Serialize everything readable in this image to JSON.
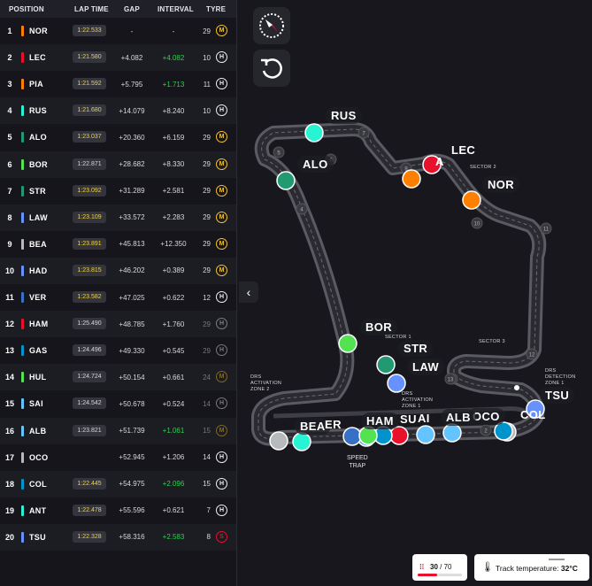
{
  "table": {
    "headers": {
      "position": "POSITION",
      "lap_time": "LAP TIME",
      "gap": "GAP",
      "interval": "INTERVAL",
      "tyre": "TYRE"
    },
    "rows": [
      {
        "pos": "1",
        "code": "NOR",
        "team_color": "#ff8000",
        "lap": "1:22.533",
        "best": true,
        "gap": "-",
        "interval": "-",
        "green": false,
        "laps": "29",
        "laps_dim": false,
        "tyre": "M",
        "tyre_dim": false
      },
      {
        "pos": "2",
        "code": "LEC",
        "team_color": "#e8102b",
        "lap": "1:21.580",
        "best": true,
        "gap": "+4.082",
        "interval": "+4.082",
        "green": true,
        "laps": "10",
        "laps_dim": false,
        "tyre": "H",
        "tyre_dim": false
      },
      {
        "pos": "3",
        "code": "PIA",
        "team_color": "#ff8000",
        "lap": "1:21.592",
        "best": true,
        "gap": "+5.795",
        "interval": "+1.713",
        "green": true,
        "laps": "11",
        "laps_dim": false,
        "tyre": "H",
        "tyre_dim": false
      },
      {
        "pos": "4",
        "code": "RUS",
        "team_color": "#27f4d2",
        "lap": "1:21.680",
        "best": true,
        "gap": "+14.079",
        "interval": "+8.240",
        "green": false,
        "laps": "10",
        "laps_dim": false,
        "tyre": "H",
        "tyre_dim": false
      },
      {
        "pos": "5",
        "code": "ALO",
        "team_color": "#229971",
        "lap": "1:23.037",
        "best": true,
        "gap": "+20.360",
        "interval": "+6.159",
        "green": false,
        "laps": "29",
        "laps_dim": false,
        "tyre": "M",
        "tyre_dim": false
      },
      {
        "pos": "6",
        "code": "BOR",
        "team_color": "#52e252",
        "lap": "1:22.871",
        "best": false,
        "gap": "+28.682",
        "interval": "+8.330",
        "green": false,
        "laps": "29",
        "laps_dim": false,
        "tyre": "M",
        "tyre_dim": false
      },
      {
        "pos": "7",
        "code": "STR",
        "team_color": "#229971",
        "lap": "1:23.092",
        "best": true,
        "gap": "+31.289",
        "interval": "+2.581",
        "green": false,
        "laps": "29",
        "laps_dim": false,
        "tyre": "M",
        "tyre_dim": false
      },
      {
        "pos": "8",
        "code": "LAW",
        "team_color": "#6692ff",
        "lap": "1:23.109",
        "best": true,
        "gap": "+33.572",
        "interval": "+2.283",
        "green": false,
        "laps": "29",
        "laps_dim": false,
        "tyre": "M",
        "tyre_dim": false
      },
      {
        "pos": "9",
        "code": "BEA",
        "team_color": "#b6babd",
        "lap": "1:23.891",
        "best": true,
        "gap": "+45.813",
        "interval": "+12.350",
        "green": false,
        "laps": "29",
        "laps_dim": false,
        "tyre": "M",
        "tyre_dim": false
      },
      {
        "pos": "10",
        "code": "HAD",
        "team_color": "#6692ff",
        "lap": "1:23.815",
        "best": true,
        "gap": "+46.202",
        "interval": "+0.389",
        "green": false,
        "laps": "29",
        "laps_dim": false,
        "tyre": "M",
        "tyre_dim": false
      },
      {
        "pos": "11",
        "code": "VER",
        "team_color": "#3671c6",
        "lap": "1:23.582",
        "best": true,
        "gap": "+47.025",
        "interval": "+0.622",
        "green": false,
        "laps": "12",
        "laps_dim": false,
        "tyre": "H",
        "tyre_dim": false
      },
      {
        "pos": "12",
        "code": "HAM",
        "team_color": "#e8102b",
        "lap": "1:25.490",
        "best": false,
        "gap": "+48.785",
        "interval": "+1.760",
        "green": false,
        "laps": "29",
        "laps_dim": true,
        "tyre": "H",
        "tyre_dim": true
      },
      {
        "pos": "13",
        "code": "GAS",
        "team_color": "#0093cc",
        "lap": "1:24.496",
        "best": false,
        "gap": "+49.330",
        "interval": "+0.545",
        "green": false,
        "laps": "29",
        "laps_dim": true,
        "tyre": "H",
        "tyre_dim": true
      },
      {
        "pos": "14",
        "code": "HUL",
        "team_color": "#52e252",
        "lap": "1:24.724",
        "best": false,
        "gap": "+50.154",
        "interval": "+0.661",
        "green": false,
        "laps": "24",
        "laps_dim": true,
        "tyre": "M",
        "tyre_dim": true
      },
      {
        "pos": "15",
        "code": "SAI",
        "team_color": "#64c4ff",
        "lap": "1:24.542",
        "best": false,
        "gap": "+50.678",
        "interval": "+0.524",
        "green": false,
        "laps": "14",
        "laps_dim": true,
        "tyre": "H",
        "tyre_dim": true
      },
      {
        "pos": "16",
        "code": "ALB",
        "team_color": "#64c4ff",
        "lap": "1:23.821",
        "best": false,
        "gap": "+51.739",
        "interval": "+1.061",
        "green": true,
        "laps": "15",
        "laps_dim": true,
        "tyre": "M",
        "tyre_dim": true
      },
      {
        "pos": "17",
        "code": "OCO",
        "team_color": "#b6babd",
        "lap": "",
        "best": false,
        "gap": "+52.945",
        "interval": "+1.206",
        "green": false,
        "laps": "14",
        "laps_dim": false,
        "tyre": "H",
        "tyre_dim": false
      },
      {
        "pos": "18",
        "code": "COL",
        "team_color": "#0093cc",
        "lap": "1:22.445",
        "best": true,
        "gap": "+54.975",
        "interval": "+2.096",
        "green": true,
        "laps": "15",
        "laps_dim": false,
        "tyre": "H",
        "tyre_dim": false
      },
      {
        "pos": "19",
        "code": "ANT",
        "team_color": "#27f4d2",
        "lap": "1:22.478",
        "best": true,
        "gap": "+55.596",
        "interval": "+0.621",
        "green": false,
        "laps": "7",
        "laps_dim": false,
        "tyre": "H",
        "tyre_dim": false
      },
      {
        "pos": "20",
        "code": "TSU",
        "team_color": "#6692ff",
        "lap": "1:22.328",
        "best": true,
        "gap": "+58.316",
        "interval": "+2.583",
        "green": true,
        "laps": "8",
        "laps_dim": false,
        "tyre": "S",
        "tyre_dim": false
      }
    ]
  },
  "map": {
    "collapse_icon": "chevron-left-icon",
    "compass_icon": "compass-icon",
    "replay_icon": "replay-icon",
    "driver_labels": {
      "RUS": "RUS",
      "ALO": "ALO",
      "LEC": "LEC",
      "PIA_fragment": "A",
      "NOR": "NOR",
      "BOR": "BOR",
      "STR": "STR",
      "LAW": "LAW",
      "TSU": "TSU",
      "COL": "COL",
      "OCO": "OCO",
      "ALB": "ALB",
      "SAI_fragment": "AI",
      "HAM": "HAM",
      "SU": "SU",
      "BEA": "BEA",
      "ER": "ER"
    },
    "sector_labels": {
      "s1": "SECTOR 1",
      "s2": "SECTOR 2",
      "s3": "SECTOR 3"
    },
    "drs": {
      "z1": [
        "DRS",
        "ACTIVATION",
        "ZONE 1"
      ],
      "z2": [
        "DRS",
        "ACTIVATION",
        "ZONE 2"
      ],
      "d1": [
        "DRS",
        "DETECTION",
        "ZONE 1"
      ]
    },
    "speed_trap": [
      "SPEED",
      "TRAP"
    ],
    "turns": [
      "1",
      "2",
      "3",
      "4",
      "5",
      "6",
      "7",
      "8",
      "9",
      "10",
      "11",
      "12",
      "13"
    ]
  },
  "status": {
    "lap_current": "30",
    "lap_total": "70",
    "lap_sep": " / ",
    "lap_progress_fraction": 0.43,
    "track_temp_label": "Track temperature:",
    "track_temp_value": "32°C"
  }
}
